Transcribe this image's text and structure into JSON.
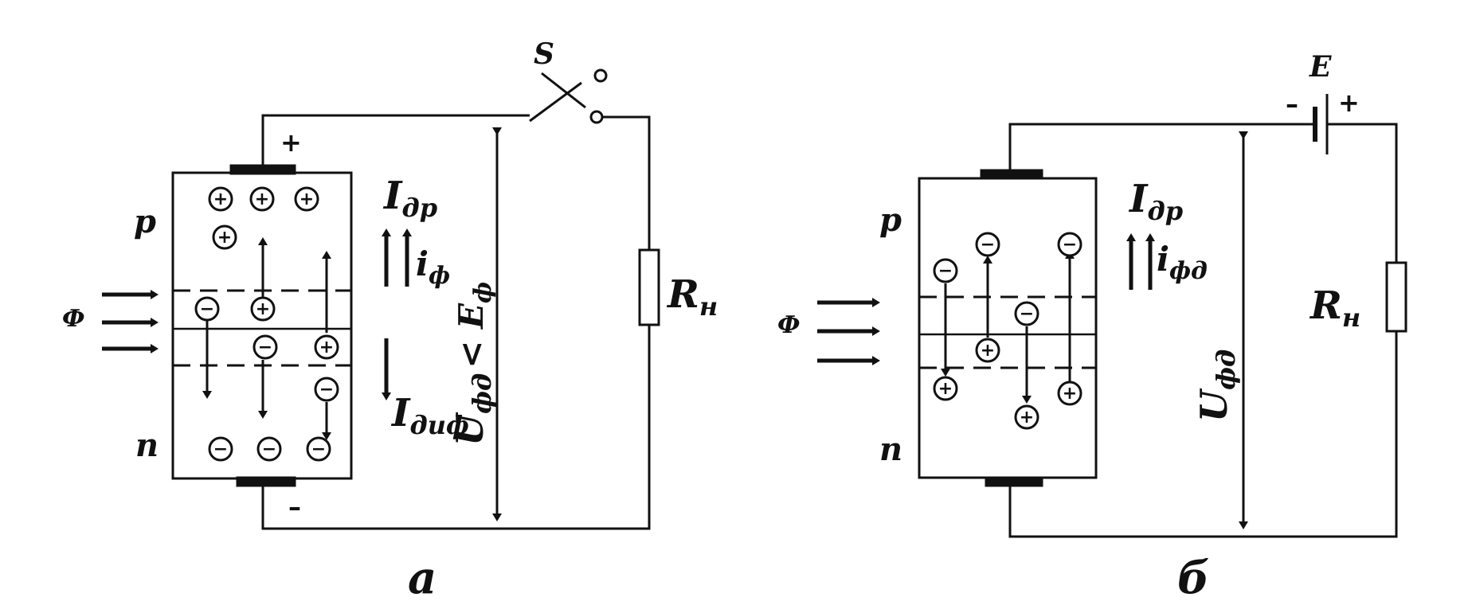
{
  "left": {
    "caption": "а",
    "switch_label": "S",
    "plus": "+",
    "minus": "–",
    "p_label": "p",
    "n_label": "n",
    "light_label": "Ф",
    "i_dr_main": "I",
    "i_dr_sub": "др",
    "i_f_main": "i",
    "i_f_sub": "ф",
    "i_dif_main": "I",
    "i_dif_sub": "диф",
    "u_main": "U",
    "u_sub": "фд",
    "u_rel": "< E",
    "u_rel_sub": "ф",
    "r_main": "R",
    "r_sub": "н"
  },
  "right": {
    "caption": "б",
    "battery_label": "E",
    "battery_minus": "–",
    "battery_plus": "+",
    "p_label": "p",
    "n_label": "n",
    "light_label": "Ф",
    "i_dr_main": "I",
    "i_dr_sub": "др",
    "i_fd_main": "i",
    "i_fd_sub": "фд",
    "u_main": "U",
    "u_sub": "фд",
    "r_main": "R",
    "r_sub": "н"
  },
  "carrier_symbols": {
    "hole": "+",
    "electron": "−"
  }
}
